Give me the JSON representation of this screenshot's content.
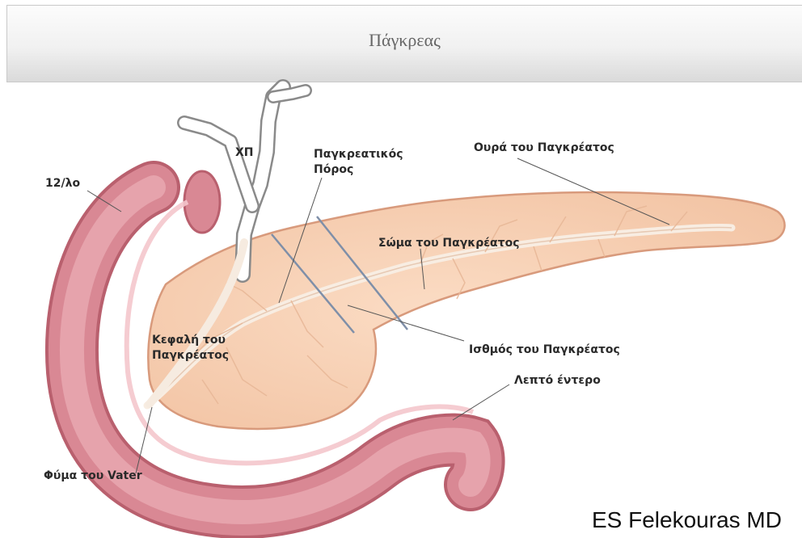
{
  "header": {
    "title": "Πάγκρεας"
  },
  "labels": {
    "cbd": "ΧΠ",
    "duodenum": "12/λο",
    "pancreatic_duct_1": "Παγκρεατικός",
    "pancreatic_duct_2": "Πόρος",
    "tail": "Ουρά του Παγκρέατος",
    "body": "Σώμα του Παγκρέατος",
    "head_1": "Κεφαλή του",
    "head_2": "Παγκρέατος",
    "isthmus": "Ισθμός του Παγκρέατος",
    "small_intestine": "Λεπτό έντερο",
    "vater": "Φύμα του Vater"
  },
  "credit": "ES Felekouras MD",
  "colors": {
    "pancreas_fill": "#f7cfb0",
    "pancreas_edge": "#d89a7c",
    "intestine_outer": "#c9707e",
    "intestine_inner": "#e5a0a8",
    "duct": "#f6ebe0",
    "cut_lines": "#7f8fa8"
  }
}
